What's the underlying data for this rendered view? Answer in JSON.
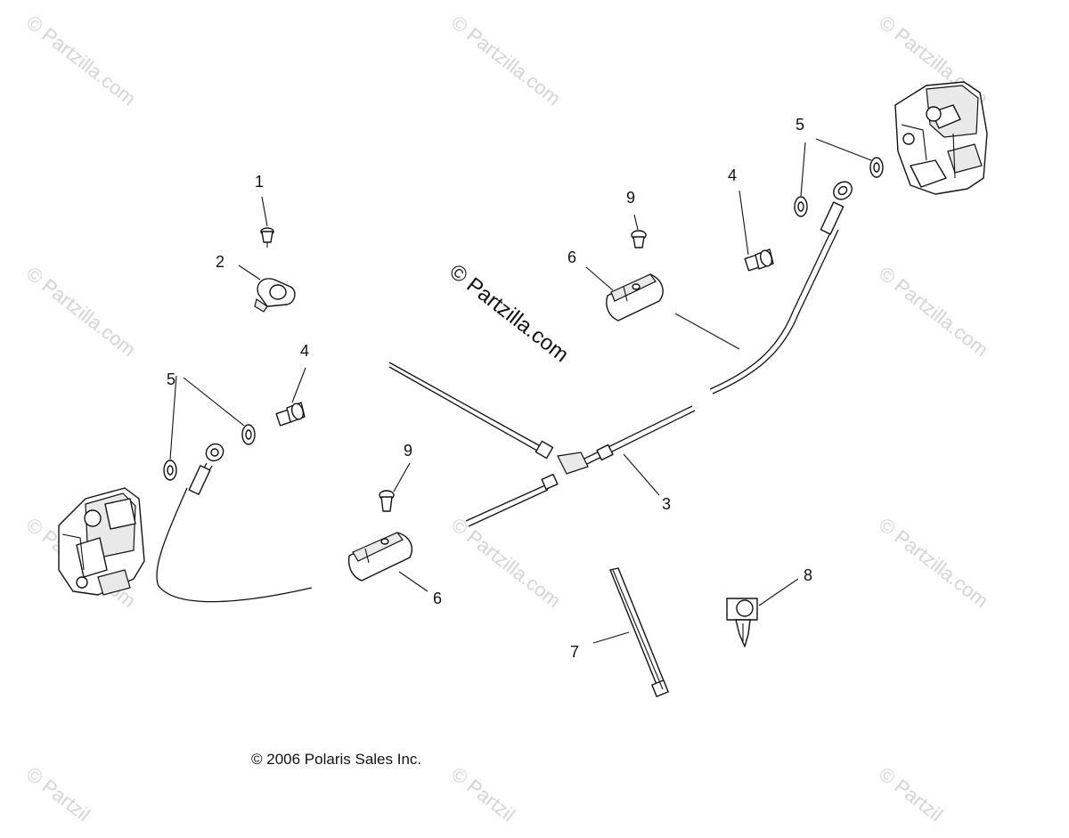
{
  "callouts": {
    "c1": "1",
    "c2": "2",
    "c3": "3",
    "c4_left": "4",
    "c4_right": "4",
    "c5_left": "5",
    "c5_right": "5",
    "c6_upper": "6",
    "c6_lower": "6",
    "c7": "7",
    "c8": "8",
    "c9_upper": "9",
    "c9_lower": "9"
  },
  "watermark": {
    "main": "© Partzilla.com",
    "faint_full": "© Partzilla.com",
    "faint_cut": "© Partzil"
  },
  "copyright": "© 2006 Polaris Sales Inc."
}
